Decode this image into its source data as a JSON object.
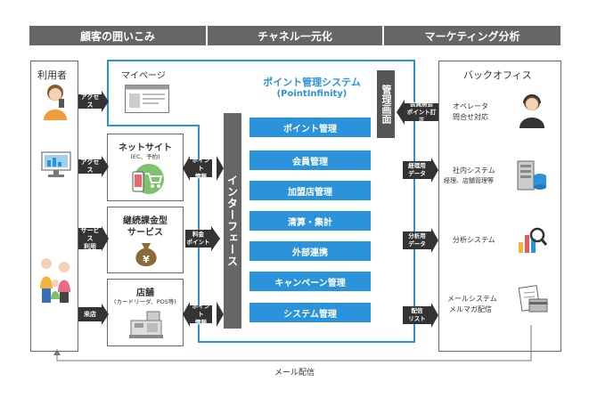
{
  "headers": [
    "顧客の囲いこみ",
    "チャネル一元化",
    "マーケティング分析"
  ],
  "left_panel": {
    "title": "利用者"
  },
  "mypage": {
    "title": "マイページ"
  },
  "system": {
    "name": "ポイント管理システム",
    "name_en": "(PointInfinity)"
  },
  "kanri_label": "管理画面",
  "interface_label": "インターフェース",
  "system_items": [
    "ポイント管理",
    "会員管理",
    "加盟店管理",
    "清算・集計",
    "外部連携",
    "キャンペーン管理",
    "システム管理"
  ],
  "channels": {
    "netsite": {
      "title": "ネットサイト",
      "sub": "(EC、予約)"
    },
    "subscription": {
      "title_line1": "継続課金型",
      "title_line2": "サービス"
    },
    "store": {
      "title": "店舗",
      "sub": "(カードリーダ、POS等)"
    }
  },
  "left_arrows": [
    {
      "line1": "アクセス",
      "line2": ""
    },
    {
      "line1": "アクセス",
      "line2": ""
    },
    {
      "line1": "サービス",
      "line2": "利用"
    },
    {
      "line1": "来店",
      "line2": ""
    }
  ],
  "mid_arrows": [
    {
      "line1": "ポイント",
      "line2": "情報"
    },
    {
      "line1": "料金",
      "line2": "ポイント"
    },
    {
      "line1": "ポイント",
      "line2": "情報"
    }
  ],
  "right_arrows": [
    {
      "line1": "会員照会",
      "line2": "ポイント訂正"
    },
    {
      "line1": "経理用",
      "line2": "データ"
    },
    {
      "line1": "分析用",
      "line2": "データ"
    },
    {
      "line1": "配信",
      "line2": "リスト"
    }
  ],
  "back_office": {
    "title": "バックオフィス",
    "rows": [
      {
        "line1": "オペレータ",
        "line2": "問合せ対応"
      },
      {
        "line1": "社内システム",
        "line2": "経理、店舗管理等"
      },
      {
        "line1": "分析システム",
        "line2": ""
      },
      {
        "line1": "メールシステム",
        "line2": "メルマガ配信"
      }
    ]
  },
  "mail_label": "メール配信",
  "colors": {
    "accent": "#2b93d9",
    "header": "#666666",
    "arrow": "#333333"
  }
}
